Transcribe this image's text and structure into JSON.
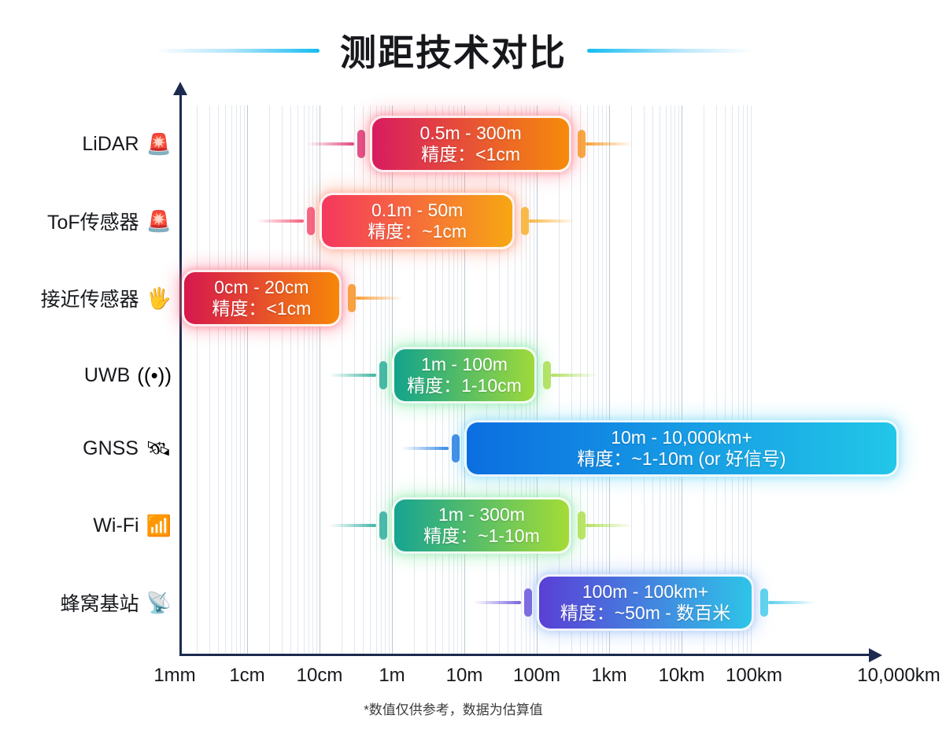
{
  "title": "测距技术对比",
  "footnote": "*数值仅供参考，数据为估算值",
  "axis": {
    "ticks": [
      "1mm",
      "1cm",
      "10cm",
      "1m",
      "10m",
      "100m",
      "1km",
      "10km",
      "100km",
      "10,000km"
    ]
  },
  "chart_data": {
    "type": "bar",
    "title": "测距技术对比",
    "subtitle": "",
    "xlabel": "",
    "ylabel": "",
    "scale": "log",
    "xlabel_ticks": [
      "1mm",
      "1cm",
      "10cm",
      "1m",
      "10m",
      "100m",
      "1km",
      "10km",
      "100km",
      "10,000km"
    ],
    "grid": true,
    "legend": "none",
    "annotation": "*数值仅供参考，数据为估算值",
    "categories": [
      "LiDAR",
      "ToF传感器",
      "接近传感器",
      "UWB",
      "GNSS",
      "Wi-Fi",
      "蜂窝基站"
    ],
    "series": [
      {
        "name": "LiDAR",
        "icon": "rotating-light-icon",
        "range_text": "0.5m - 300m",
        "accuracy_text": "精度：<1cm",
        "min_m": 0.5,
        "max_m": 300,
        "color_start": "#d81b60",
        "color_end": "#f68b0a",
        "glow": "#ff6a7a"
      },
      {
        "name": "ToF传感器",
        "icon": "rotating-light-icon",
        "range_text": "0.1m - 50m",
        "accuracy_text": "精度：~1cm",
        "min_m": 0.1,
        "max_m": 50,
        "color_start": "#f5375f",
        "color_end": "#f7a713",
        "glow": "#ff8a6a"
      },
      {
        "name": "接近传感器",
        "icon": "raised-hand-icon",
        "range_text": "0cm - 20cm",
        "accuracy_text": "精度：<1cm",
        "min_m": 0.0,
        "max_m": 0.2,
        "color_start": "#d6174e",
        "color_end": "#f78708",
        "glow": "#ff5f7a"
      },
      {
        "name": "UWB",
        "icon": "signal-waves-icon",
        "range_text": "1m - 100m",
        "accuracy_text": "精度：1-10cm",
        "min_m": 1,
        "max_m": 100,
        "color_start": "#12a38c",
        "color_end": "#9ed93a",
        "glow": "#6ee89a"
      },
      {
        "name": "GNSS",
        "icon": "satellite-icon",
        "range_text": "10m - 10,000km+",
        "accuracy_text": "精度：~1-10m (or 好信号)",
        "min_m": 10,
        "max_m": 10000000,
        "color_start": "#0b6ee0",
        "color_end": "#22c7e8",
        "glow": "#6fd8f5"
      },
      {
        "name": "Wi-Fi",
        "icon": "wifi-icon",
        "range_text": "1m - 300m",
        "accuracy_text": "精度：~1-10m",
        "min_m": 1,
        "max_m": 300,
        "color_start": "#16a492",
        "color_end": "#a4dc36",
        "glow": "#7ae79b"
      },
      {
        "name": "蜂窝基站",
        "icon": "cell-tower-icon",
        "range_text": "100m - 100km+",
        "accuracy_text": "精度：~50m - 数百米",
        "min_m": 100,
        "max_m": 100000,
        "color_start": "#5a3fd6",
        "color_end": "#2ec4e8",
        "glow": "#8fb6f5"
      }
    ]
  },
  "rows": [
    {
      "label": "LiDAR",
      "emoji": "🚨"
    },
    {
      "label": "ToF传感器",
      "emoji": "🚨"
    },
    {
      "label": "接近传感器",
      "emoji": "🖐"
    },
    {
      "label": "UWB",
      "emoji": "((•))"
    },
    {
      "label": "GNSS",
      "emoji": "🛰"
    },
    {
      "label": "Wi-Fi",
      "emoji": "📶"
    },
    {
      "label": "蜂窝基站",
      "emoji": "📡"
    }
  ]
}
